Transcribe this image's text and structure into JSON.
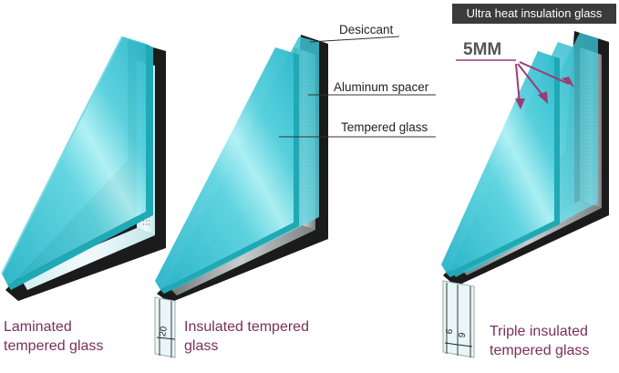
{
  "title_box": "Ultra heat insulation glass",
  "panels": [
    {
      "caption_line1": "Laminated",
      "caption_line2": "tempered glass"
    },
    {
      "caption_line1": "Insulated tempered",
      "caption_line2": "glass",
      "dimension": "20"
    },
    {
      "caption_line1": "Triple insulated",
      "caption_line2": "tempered glass",
      "dimensions": [
        "6",
        "9"
      ]
    }
  ],
  "callouts": {
    "desiccant": "Desiccant",
    "aluminum_spacer": "Aluminum spacer",
    "tempered_glass": "Tempered glass"
  },
  "thickness_label": "5MM",
  "colors": {
    "glass_face": "#3ec3d6",
    "glass_highlight": "#aef0f4",
    "glass_edge": "#1fa9b5",
    "frame_dark": "#1b1b1b",
    "spacer": "#8a8f91",
    "caption": "#7a2f58",
    "arrow": "#9c3a75",
    "title_box_bg": "#3b3b3b"
  }
}
